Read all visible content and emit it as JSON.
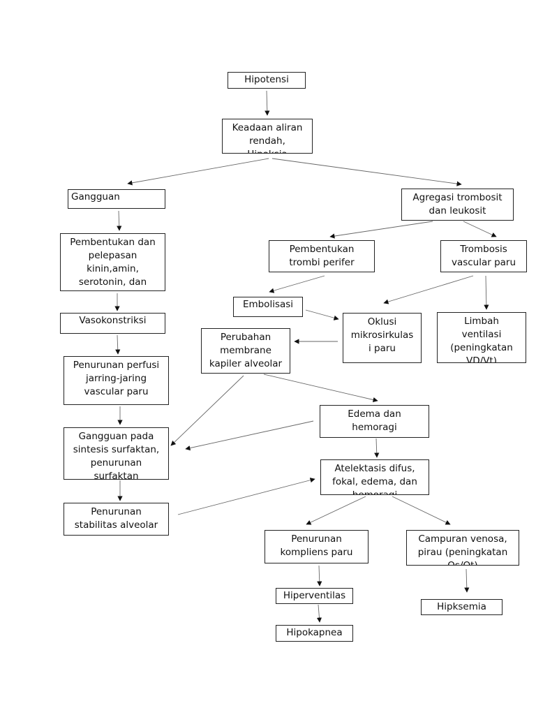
{
  "colors": {
    "border": "#222222",
    "edge": "#666666",
    "arrow": "#111111",
    "background": "#ffffff"
  },
  "nodes": {
    "hipotensi": "Hipotensi",
    "keadaan_aliran": "Keadaan aliran\nrendah,\nHipoksia",
    "gangguan": "Gangguan",
    "agregasi": "Agregasi trombosit\ndan leukosit",
    "pembentukan_pelepasan": "Pembentukan dan\npelepasan\nkinin,amin,\nserotonin, dan",
    "pembentukan_trombi": "Pembentukan\ntrombi perifer",
    "trombosis": "Trombosis\nvascular paru",
    "embolisasi": "Embolisasi",
    "vasokonstriksi": "Vasokonstriksi",
    "oklusi": "Oklusi\nmikrosirkulas\ni paru",
    "limbah": "Limbah\nventilasi\n(peningkatan\nVD/Vt)",
    "perubahan_membrane": "Perubahan\nmembrane\nkapiler alveolar",
    "penurunan_perfusi": "Penurunan perfusi\njarring-jaring\nvascular paru",
    "edema_hemoragi": "Edema dan\nhemoragi",
    "gangguan_sintesis": "Gangguan pada\nsintesis surfaktan,\npenurunan\nsurfaktan",
    "atelektasis": "Atelektasis difus,\nfokal, edema, dan\nhemoragi",
    "penurunan_stabilitas": "Penurunan\nstabilitas alveolar",
    "penurunan_kompliens": "Penurunan\nkompliens paru",
    "campuran_venosa": "Campuran venosa,\npirau (peningkatan\nQs/Qt)",
    "hiperventilas": "Hiperventilas",
    "hipksemia": "Hipksemia",
    "hipokapnea": "Hipokapnea"
  }
}
